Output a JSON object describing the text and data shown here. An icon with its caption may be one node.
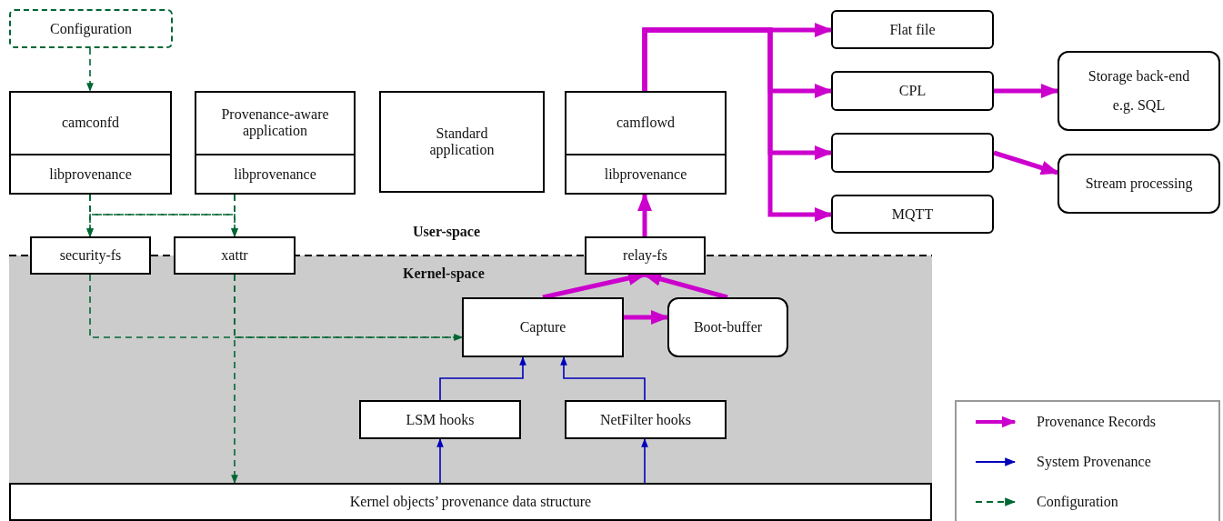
{
  "diagram": {
    "nodes": [
      {
        "text": [
          "Configuration"
        ]
      },
      {
        "text": [
          "camconfd"
        ]
      },
      {
        "text": [
          "libprovenance"
        ],
        "in": 1
      },
      {
        "text": [
          "Provenance-aware application"
        ]
      },
      {
        "text": [
          "libprovenance"
        ],
        "in": 3
      },
      {
        "text": [
          "Standard application"
        ]
      },
      {
        "text": [
          "camflowd"
        ]
      },
      {
        "text": [
          "libprovenance"
        ],
        "in": 6
      },
      {
        "text": [
          "Flat file"
        ]
      },
      {
        "text": [
          "CPL"
        ]
      },
      {
        "text": [],
        "shape": "box"
      },
      {
        "text": [
          "MQTT"
        ]
      },
      {
        "text": [
          "Storage back-end",
          "e.g. SQL"
        ]
      },
      {
        "text": [
          "Stream processing"
        ]
      },
      {
        "text": [
          "security-fs"
        ]
      },
      {
        "text": [
          "xattr"
        ]
      },
      {
        "text": [
          "relay-fs"
        ]
      },
      {
        "text": [
          "Capture"
        ]
      },
      {
        "text": [
          "Boot-buffer"
        ]
      },
      {
        "text": [
          "LSM hooks"
        ]
      },
      {
        "text": [
          "NetFilter hooks"
        ]
      },
      {
        "text": [
          "Kernel objects’ provenance data structure"
        ]
      }
    ],
    "edges": [
      {
        "from": 0,
        "to": 1,
        "arrow": "to",
        "style": "dashed",
        "color": "#006633"
      },
      {
        "from": 2,
        "to": 14,
        "arrow": "to",
        "style": "dashed",
        "color": "#006633"
      },
      {
        "from": 2,
        "to": 15,
        "arrow": "to",
        "style": "dashed",
        "color": "#006633"
      },
      {
        "from": 4,
        "to": 15,
        "arrow": "to",
        "style": "dashed",
        "color": "#006633"
      },
      {
        "from": 4,
        "to": 14,
        "arrow": "to",
        "style": "dashed",
        "color": "#006633"
      },
      {
        "from": 14,
        "to": 17,
        "arrow": "to",
        "style": "dashed",
        "color": "#006633"
      },
      {
        "from": 15,
        "to": 17,
        "arrow": "to",
        "style": "dashed",
        "color": "#006633"
      },
      {
        "from": 15,
        "to": 21,
        "arrow": "to",
        "style": "dashed",
        "color": "#006633"
      },
      {
        "from": 17,
        "to": 16,
        "arrow": "to",
        "style": "thick"
      },
      {
        "from": 18,
        "to": 16,
        "arrow": "to",
        "style": "thick"
      },
      {
        "from": 17,
        "to": 18,
        "arrow": "to",
        "style": "thick"
      },
      {
        "from": 16,
        "to": 7,
        "arrow": "to",
        "style": "thick"
      },
      {
        "from": 6,
        "to": 8,
        "arrow": "to",
        "style": "thick"
      },
      {
        "from": 6,
        "to": 9,
        "arrow": "to",
        "style": "thick"
      },
      {
        "from": 6,
        "to": 10,
        "arrow": "to",
        "style": "thick"
      },
      {
        "from": 6,
        "to": 11,
        "arrow": "to",
        "style": "thick"
      },
      {
        "from": 9,
        "to": 12,
        "arrow": "to",
        "style": "thick"
      },
      {
        "from": 10,
        "to": 13,
        "arrow": "to",
        "style": "thick"
      },
      {
        "from": 19,
        "to": 17,
        "arrow": "to",
        "color": "#0000bb"
      },
      {
        "from": 20,
        "to": 17,
        "arrow": "to",
        "color": "#0000bb"
      },
      {
        "from": 21,
        "to": 19,
        "arrow": "to",
        "color": "#0000bb"
      },
      {
        "from": 21,
        "to": 20,
        "arrow": "to",
        "color": "#0000bb"
      }
    ],
    "labels": [
      "User-space",
      "Kernel-space"
    ],
    "legend": [
      {
        "text": "Provenance Records"
      },
      {
        "text": "System Provenance"
      },
      {
        "text": "Configuration"
      }
    ]
  }
}
